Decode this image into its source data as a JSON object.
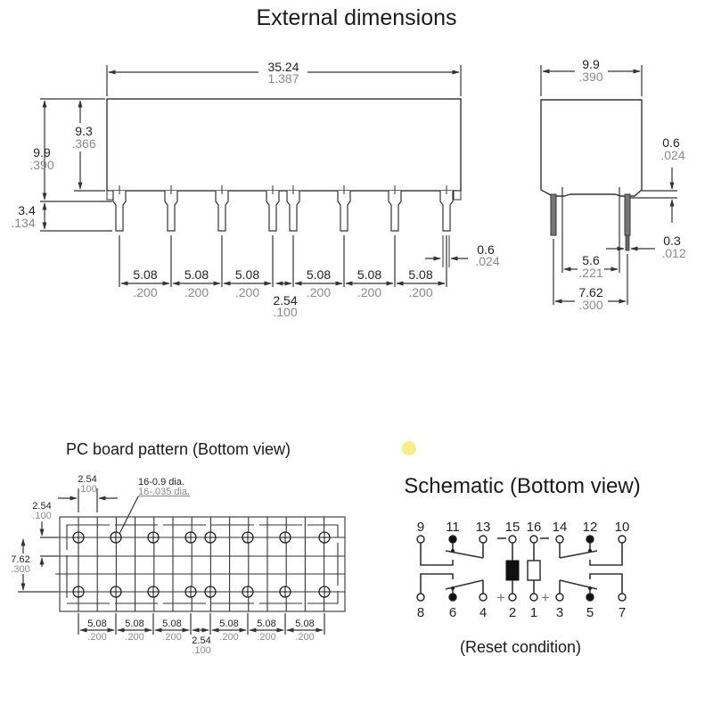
{
  "titles": {
    "external": "External dimensions",
    "pcb": "PC board pattern (Bottom view)",
    "schematic": "Schematic (Bottom view)",
    "reset": "(Reset condition)"
  },
  "front_view": {
    "length": {
      "mm": "35.24",
      "inch": "1.387"
    },
    "height_total": {
      "mm": "9.9",
      "inch": ".390"
    },
    "height_body": {
      "mm": "9.3",
      "inch": ".366"
    },
    "pin_length": {
      "mm": "3.4",
      "inch": ".134"
    },
    "pin_width": {
      "mm": "0.6",
      "inch": ".024"
    },
    "pitch": [
      {
        "mm": "5.08",
        "inch": ".200"
      },
      {
        "mm": "5.08",
        "inch": ".200"
      },
      {
        "mm": "5.08",
        "inch": ".200"
      },
      {
        "mm": "5.08",
        "inch": ".200"
      },
      {
        "mm": "5.08",
        "inch": ".200"
      },
      {
        "mm": "5.08",
        "inch": ".200"
      }
    ],
    "center_gap": {
      "mm": "2.54",
      "inch": ".100"
    }
  },
  "side_view": {
    "width": {
      "mm": "9.9",
      "inch": ".390"
    },
    "pin_thickness": {
      "mm": "0.6",
      "inch": ".024"
    },
    "pin_width": {
      "mm": "0.3",
      "inch": ".012"
    },
    "inner_span": {
      "mm": "5.6",
      "inch": ".221"
    },
    "row_span": {
      "mm": "7.62",
      "inch": ".300"
    }
  },
  "pcb": {
    "grid_x": {
      "mm": "2.54",
      "inch": ".100"
    },
    "grid_y": {
      "mm": "2.54",
      "inch": ".100"
    },
    "hole_note": {
      "mm": "16-0.9 dia.",
      "inch": "16-.035 dia."
    },
    "row_span": {
      "mm": "7.62",
      "inch": ".300"
    },
    "pitch": [
      {
        "mm": "5.08",
        "inch": ".200"
      },
      {
        "mm": "5.08",
        "inch": ".200"
      },
      {
        "mm": "5.08",
        "inch": ".200"
      },
      {
        "mm": "5.08",
        "inch": ".200"
      },
      {
        "mm": "5.08",
        "inch": ".200"
      },
      {
        "mm": "5.08",
        "inch": ".200"
      }
    ],
    "center_gap": {
      "mm": "2.54",
      "inch": ".100"
    }
  },
  "schematic": {
    "top_pins": [
      "9",
      "11",
      "13",
      "15",
      "16",
      "14",
      "12",
      "10"
    ],
    "bottom_pins": [
      "8",
      "6",
      "4",
      "2",
      "1",
      "3",
      "5",
      "7"
    ],
    "plus_sign": "+"
  }
}
